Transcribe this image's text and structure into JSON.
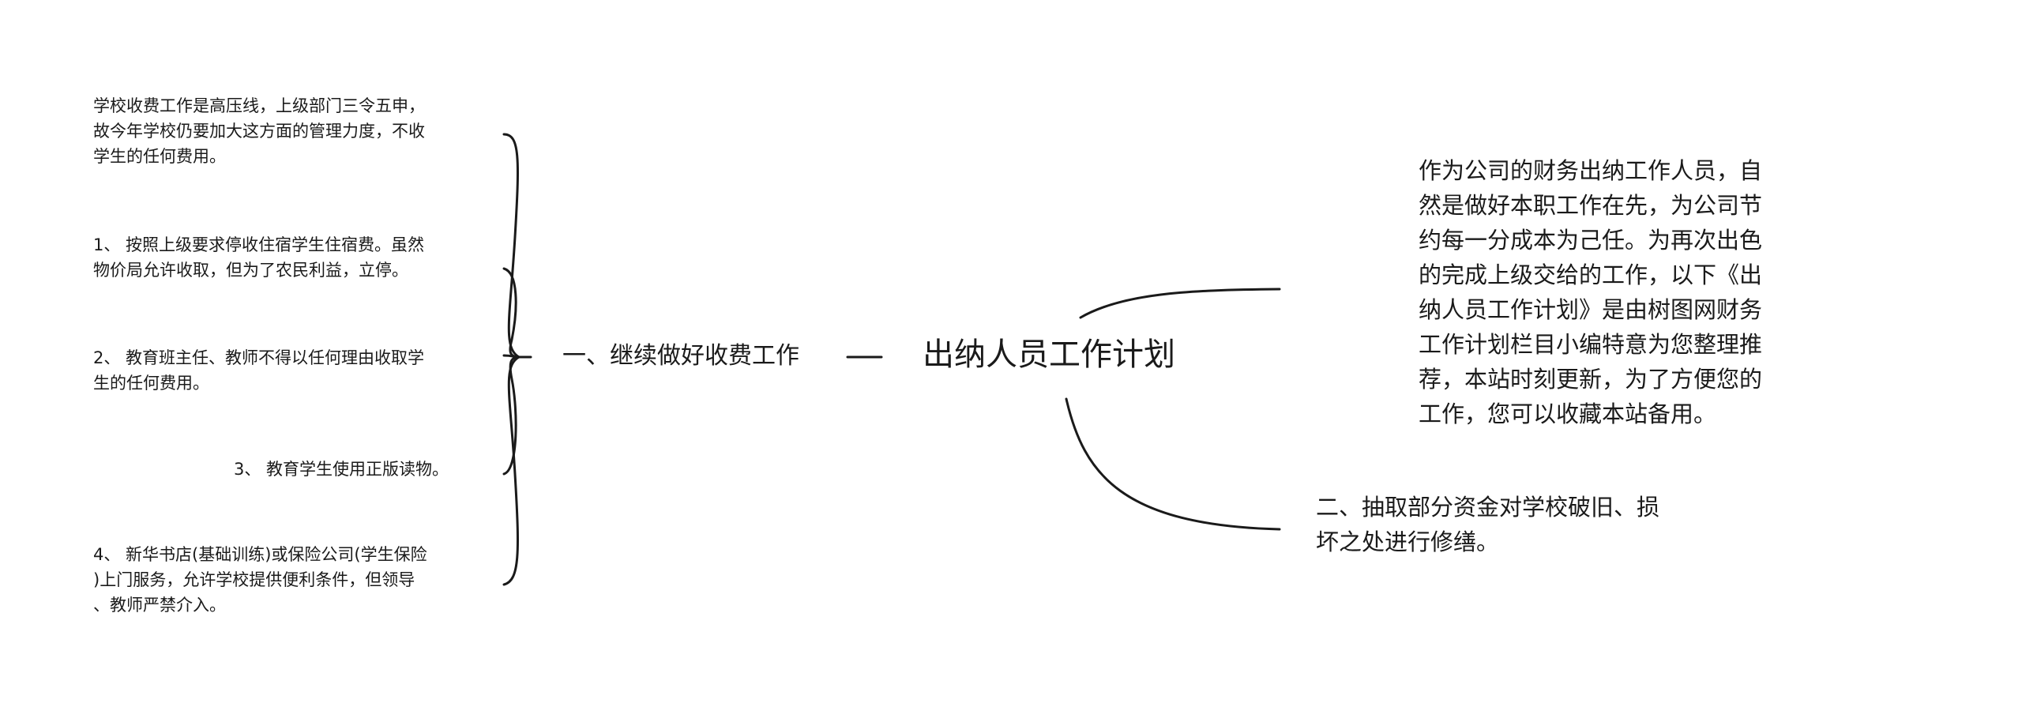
{
  "root": {
    "title": "出纳人员工作计划"
  },
  "branch_left": {
    "title": "一、继续做好收费工作"
  },
  "left_leaves": [
    {
      "lines": [
        "学校收费工作是高压线，上级部门三令五申，",
        "故今年学校仍要加大这方面的管理力度，不收",
        "学生的任何费用。"
      ]
    },
    {
      "lines": [
        "1、 按照上级要求停收住宿学生住宿费。虽然",
        "物价局允许收取，但为了农民利益，立停。"
      ]
    },
    {
      "lines": [
        "2、 教育班主任、教师不得以任何理由收取学",
        "生的任何费用。"
      ]
    },
    {
      "lines": [
        "3、 教育学生使用正版读物。"
      ]
    },
    {
      "lines": [
        "4、 新华书店(基础训练)或保险公司(学生保险",
        ")上门服务，允许学校提供便利条件，但领导",
        "、教师严禁介入。"
      ]
    }
  ],
  "description": {
    "lines": [
      "作为公司的财务出纳工作人员，自",
      "然是做好本职工作在先，为公司节",
      "约每一分成本为己任。为再次出色",
      "的完成上级交给的工作，以下《出",
      "纳人员工作计划》是由树图网财务",
      "工作计划栏目小编特意为您整理推",
      "荐，本站时刻更新，为了方便您的",
      "工作，您可以收藏本站备用。"
    ]
  },
  "branch_right": {
    "lines": [
      "二、抽取部分资金对学校破旧、损",
      "坏之处进行修缮。"
    ]
  },
  "colors": {
    "text": "#1a1a1a",
    "line": "#1a1a1a",
    "background": "#ffffff"
  }
}
